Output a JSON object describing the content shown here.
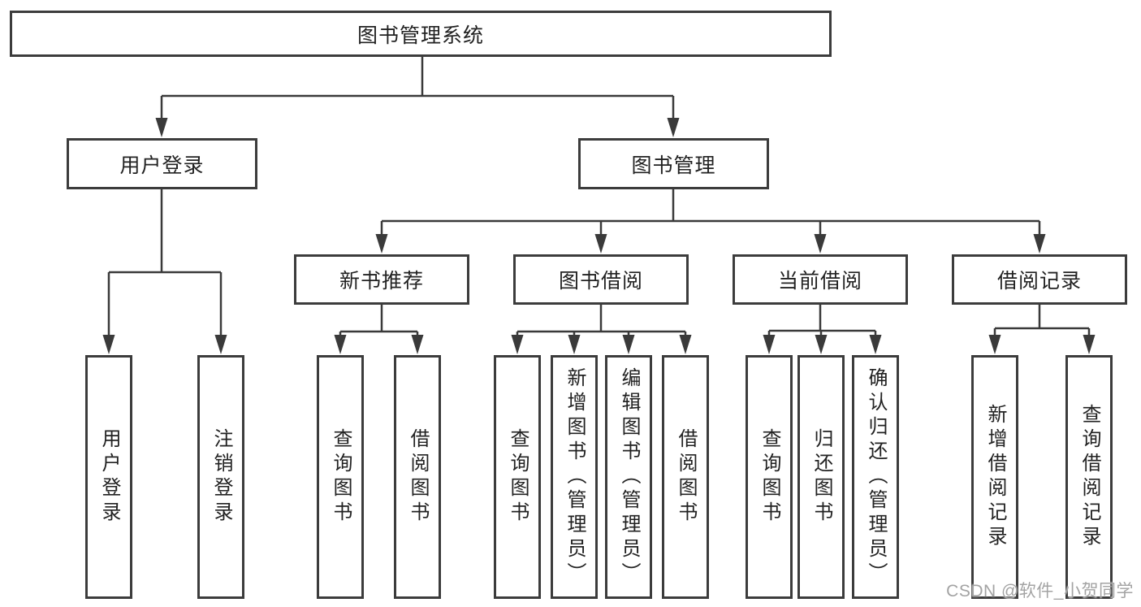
{
  "tree": {
    "root": {
      "label": "图书管理系统"
    },
    "user_login": {
      "label": "用户登录",
      "children": [
        {
          "label": "用户登录"
        },
        {
          "label": "注销登录"
        }
      ]
    },
    "book_management": {
      "label": "图书管理",
      "children": [
        {
          "label": "新书推荐",
          "children": [
            {
              "label": "查询图书"
            },
            {
              "label": "借阅图书"
            }
          ]
        },
        {
          "label": "图书借阅",
          "children": [
            {
              "label": "查询图书"
            },
            {
              "label": "新增图书（管理员）"
            },
            {
              "label": "编辑图书（管理员）"
            },
            {
              "label": "借阅图书"
            }
          ]
        },
        {
          "label": "当前借阅",
          "children": [
            {
              "label": "查询图书"
            },
            {
              "label": "归还图书"
            },
            {
              "label": "确认归还（管理员）"
            }
          ]
        },
        {
          "label": "借阅记录",
          "children": [
            {
              "label": "新增借阅记录"
            },
            {
              "label": "查询借阅记录"
            }
          ]
        }
      ]
    }
  },
  "watermark": {
    "text": "CSDN @软件_小贺同学"
  },
  "colors": {
    "line": "#3a3a3a",
    "border": "#3c3c3c",
    "text": "#222222",
    "background": "#ffffff",
    "watermark": "#a3a3a3"
  }
}
